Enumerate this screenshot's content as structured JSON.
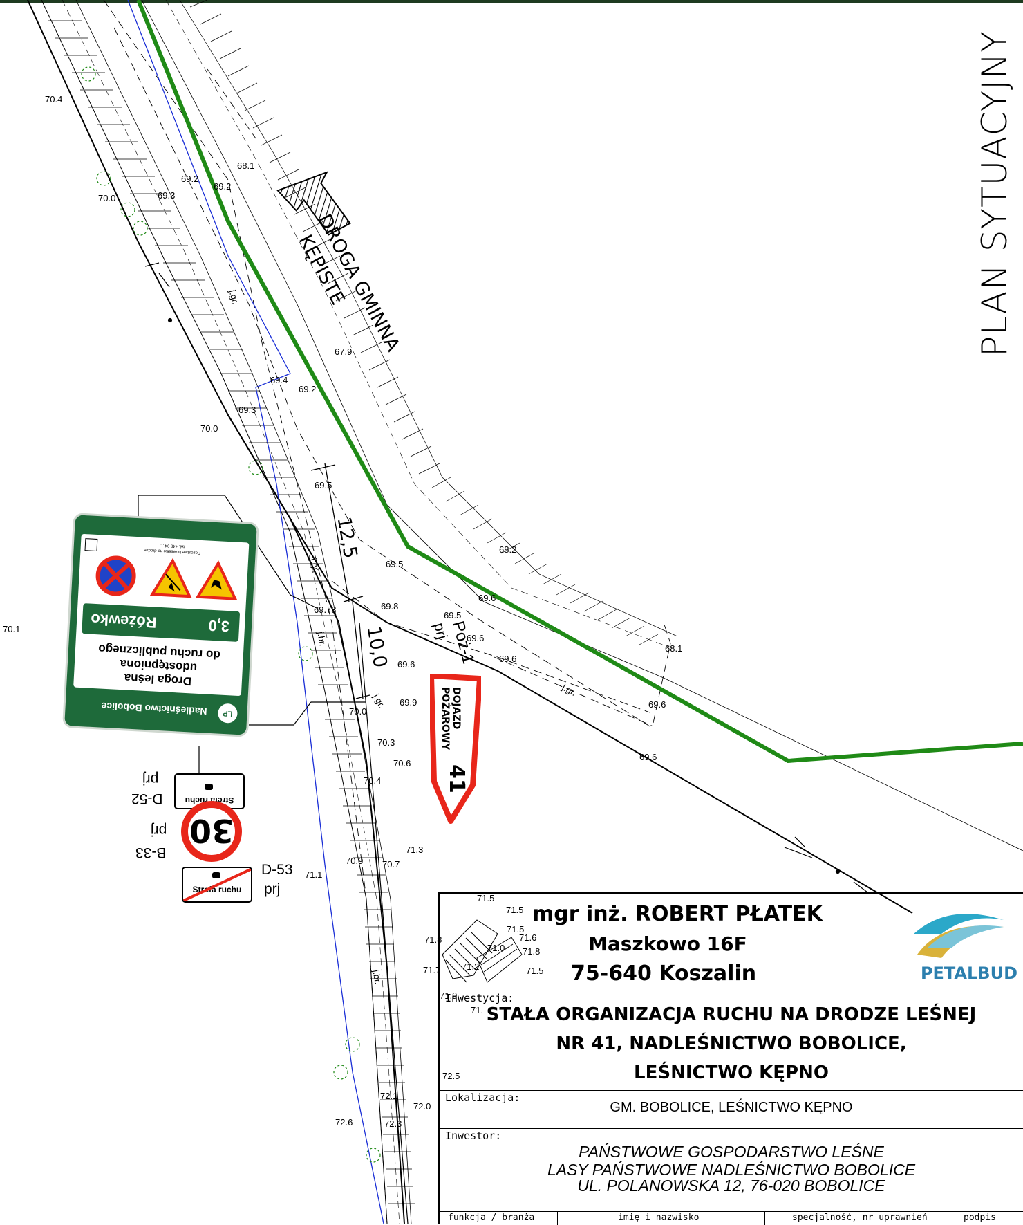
{
  "plan_title": "PLAN SYTUACYJNY",
  "road_label_line1": "DROGA GMINNA",
  "road_label_line2": "KĘPISTE",
  "dimensions": {
    "d1": "12,5",
    "d2": "10,0"
  },
  "fire_sign": {
    "code": "Poż-1",
    "suffix": "prj",
    "line1": "DOJAZD",
    "line2": "POŻAROWY",
    "number": "41"
  },
  "info_board": {
    "org": "Nadleśnictwo Bobolice",
    "line1": "Droga leśna",
    "line2": "udostępniona",
    "line3": "do ruchu publicznego",
    "dest": "Różewko",
    "dist": "3,0",
    "small1": "Pozostałe krzesełko na drodze",
    "small2": "tel. +48 94 ..."
  },
  "signs": {
    "d52": {
      "code": "D-52",
      "suffix": "prj",
      "text": "Strefa ruchu"
    },
    "b33": {
      "code": "B-33",
      "suffix": "prj",
      "value": "30"
    },
    "d53": {
      "code": "D-53",
      "suffix": "prj",
      "text": "Strefa ruchu"
    }
  },
  "boundary_labels": [
    "j.gr.",
    "j.gr.",
    "j.gr.",
    "j.br.",
    "j.gr.",
    "j.br."
  ],
  "elevations": [
    "70.4",
    "68.1",
    "69.2",
    "69.2",
    "70.0",
    "69.3",
    "67.9",
    "69.4",
    "69.2",
    "69.3",
    "70.0",
    "69.5",
    "68.2",
    "69.5",
    "69.8",
    "69.73",
    "69.5",
    "69.6",
    "69.6",
    "69.6",
    "68.1",
    "69.6",
    "70.0",
    "69.9",
    "69.6",
    "69.6",
    "70.3",
    "70.6",
    "70.4",
    "71.3",
    "70.9",
    "70.7",
    "71.1",
    "70.1",
    "71.5",
    "71.5",
    "71.5",
    "71.6",
    "71.8",
    "71.0",
    "71.8",
    "71.5",
    "71.2",
    "71.7",
    "71.9",
    "71.",
    "72.5",
    "72.1",
    "72.0",
    "72.6",
    "72.3"
  ],
  "designer": {
    "name": "mgr inż. ROBERT PŁATEK",
    "street": "Maszkowo 16F",
    "city": "75-640 Koszalin"
  },
  "logo": {
    "text": "PETALBUD"
  },
  "investment": {
    "label": "Inwestycja:",
    "line1": "STAŁA ORGANIZACJA RUCHU NA DRODZE LEŚNEJ",
    "line2": "NR  41, NADLEŚNICTWO BOBOLICE,",
    "line3": "LEŚNICTWO KĘPNO"
  },
  "location": {
    "label": "Lokalizacja:",
    "value": "GM. BOBOLICE, LEŚNICTWO KĘPNO"
  },
  "investor": {
    "label": "Inwestor:",
    "line1": "PAŃSTWOWE GOSPODARSTWO LEŚNE",
    "line2": "LASY PAŃSTWOWE NADLEŚNICTWO BOBOLICE",
    "line3": "UL. POLANOWSKA 12, 76-020 BOBOLICE"
  },
  "table_headers": {
    "c1": "funkcja / branża",
    "c2": "imię i nazwisko",
    "c3": "specjalność, nr uprawnień",
    "c4": "podpis"
  },
  "colors": {
    "green": "#1f8a16",
    "blue": "#1a2ed6",
    "red": "#e8261a",
    "sign_green": "#1e6a3a",
    "logo_blue": "#2c7fae"
  }
}
